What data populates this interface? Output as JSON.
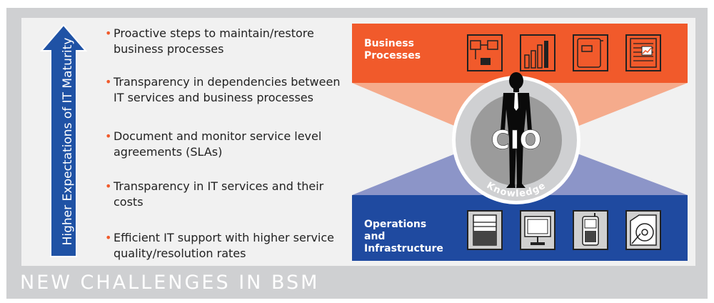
{
  "vertical_arrow": {
    "label": "Higher Expectations of IT Maturity",
    "color": "#1f52a5"
  },
  "bullets": [
    "Proactive steps to maintain/restore business processes",
    "Transparency in dependencies between IT services and business processes",
    "Document and monitor service level agreements (SLAs)",
    "Transparency in IT services and their costs",
    "Efficient IT support with higher service quality/resolution rates"
  ],
  "business_box": {
    "label": "Business Processes",
    "color": "#f15a2b",
    "icons": [
      "process-flow-icon",
      "bar-chart-icon",
      "notebook-icon",
      "report-document-icon"
    ]
  },
  "operations_box": {
    "label": "Operations and Infrastructure",
    "color": "#1f4aa0",
    "icons": [
      "server-icon",
      "monitor-icon",
      "mobile-phone-icon",
      "disk-drive-icon"
    ]
  },
  "center": {
    "title": "CIO",
    "ring_label": "Knowledge"
  },
  "footer": {
    "title": "NEW CHALLENGES IN BSM"
  }
}
